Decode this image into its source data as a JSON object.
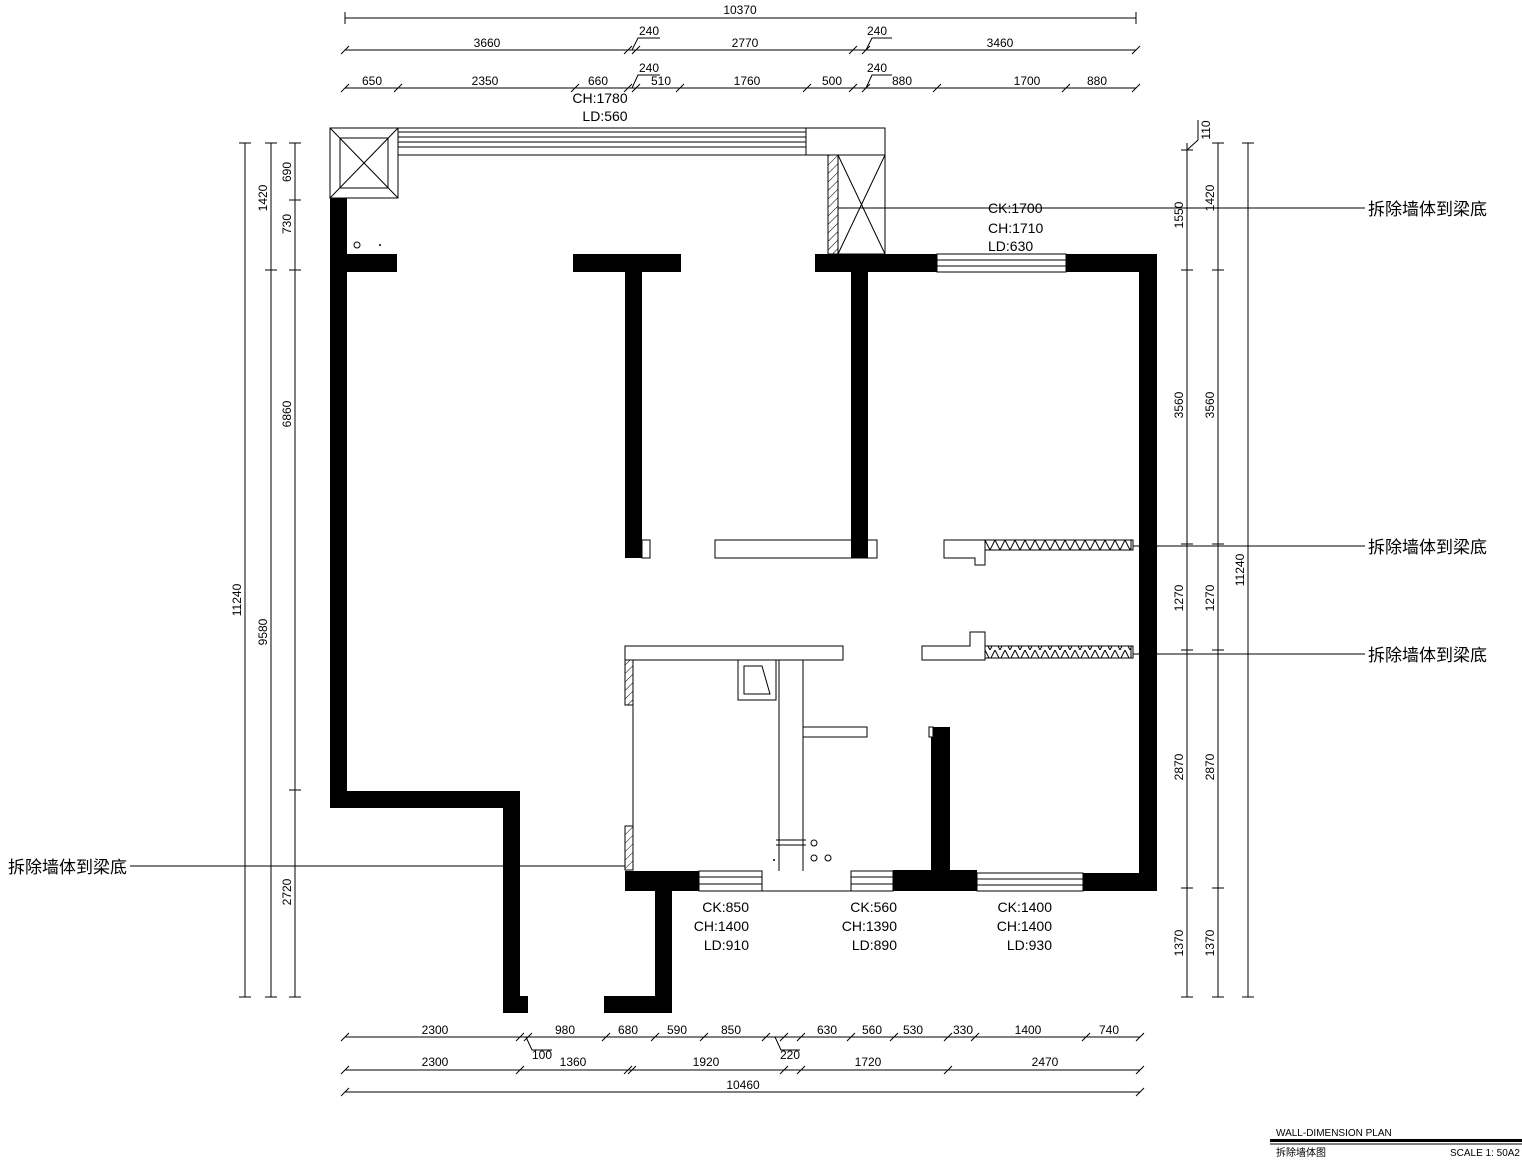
{
  "top_dims": {
    "overall": "10370",
    "row2": [
      "3660",
      "240",
      "2770",
      "240",
      "3460"
    ],
    "row3": [
      "650",
      "2350",
      "660",
      "240",
      "510",
      "1760",
      "500",
      "240",
      "880",
      "1700",
      "880"
    ]
  },
  "bottom_dims": {
    "row1": [
      "2300",
      "980",
      "680",
      "590",
      "850",
      "630",
      "560",
      "530",
      "330",
      "1400",
      "740"
    ],
    "row1_small": [
      "100"
    ],
    "row2": [
      "2300",
      "1360",
      "1920",
      "1720",
      "2470"
    ],
    "row2_small": [
      "220"
    ],
    "overall": "10460"
  },
  "left_dims": {
    "outer": "11240",
    "mid": [
      "1420",
      "9580"
    ],
    "inner": [
      "690",
      "730",
      "6860",
      "2720"
    ]
  },
  "right_dims": {
    "inner": [
      "110",
      "1550",
      "3560",
      "1270",
      "2870",
      "1370"
    ],
    "mid": [
      "1420",
      "3560",
      "1270",
      "2870",
      "1370"
    ],
    "outer": "11240"
  },
  "openings": {
    "top_left": [
      "CH:1780",
      "LD:560"
    ],
    "top_right": [
      "CK:1700",
      "CH:1710",
      "LD:630"
    ],
    "bottom_1": [
      "CK:850",
      "CH:1400",
      "LD:910"
    ],
    "bottom_2": [
      "CK:560",
      "CH:1390",
      "LD:890"
    ],
    "bottom_3": [
      "CK:1400",
      "CH:1400",
      "LD:930"
    ]
  },
  "annotations": [
    "拆除墙体到梁底",
    "拆除墙体到梁底",
    "拆除墙体到梁底",
    "拆除墙体到梁底"
  ],
  "title_block": {
    "title_en": "WALL-DIMENSION PLAN",
    "title_cn": "拆除墙体图",
    "scale": "SCALE 1: 50A2"
  }
}
